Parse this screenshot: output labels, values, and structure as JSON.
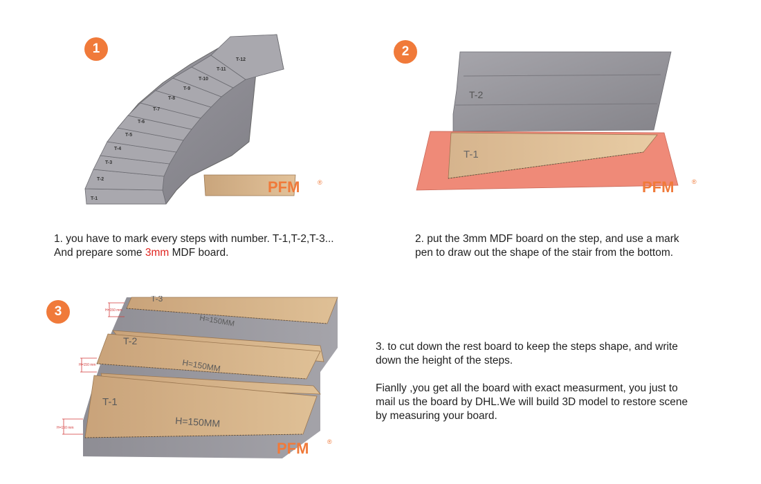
{
  "steps": [
    {
      "number": "1"
    },
    {
      "number": "2"
    },
    {
      "number": "3"
    }
  ],
  "brand": {
    "name": "PFM",
    "mark": "®"
  },
  "panel1": {
    "labels": [
      "T-1",
      "T-2",
      "T-3",
      "T-4",
      "T-5",
      "T-6",
      "T-7",
      "T-8",
      "T-9",
      "T-10",
      "T-11",
      "T-12"
    ],
    "text_line1": "1. you have to mark every steps with number.  T-1,T-2,T-3...",
    "text_line2_prefix": "And prepare some ",
    "text_line2_highlight": "3mm",
    "text_line2_suffix": " MDF board."
  },
  "panel2": {
    "labels": [
      "T-1",
      "T-2"
    ],
    "text_line1": "2. put the 3mm MDF board on the step, and use a mark",
    "text_line2": "pen to draw out the shape of the stair from the bottom."
  },
  "panel3": {
    "step_labels": [
      "T-1",
      "T-2",
      "T-3"
    ],
    "height_labels": [
      "H=150MM",
      "H=150MM",
      "H=150MM"
    ],
    "small_height_labels": [
      "H=150 mm",
      "H=150 mm",
      "H=150 mm"
    ],
    "text_para1_line1": "3. to cut down the rest board to keep the steps shape, and write",
    "text_para1_line2": "down the  height of the steps.",
    "text_para2_line1": "Fianlly ,you get all the board with  exact measurment, you just to",
    "text_para2_line2": "mail us the board by DHL.We will build 3D model to restore scene",
    "text_para2_line3": "by measuring your board."
  },
  "colors": {
    "accent": "#f07a3a",
    "highlight": "#e0241f",
    "concrete": "#8d8c93",
    "wood": "#d9b48a",
    "paper": "#ef8a78"
  }
}
